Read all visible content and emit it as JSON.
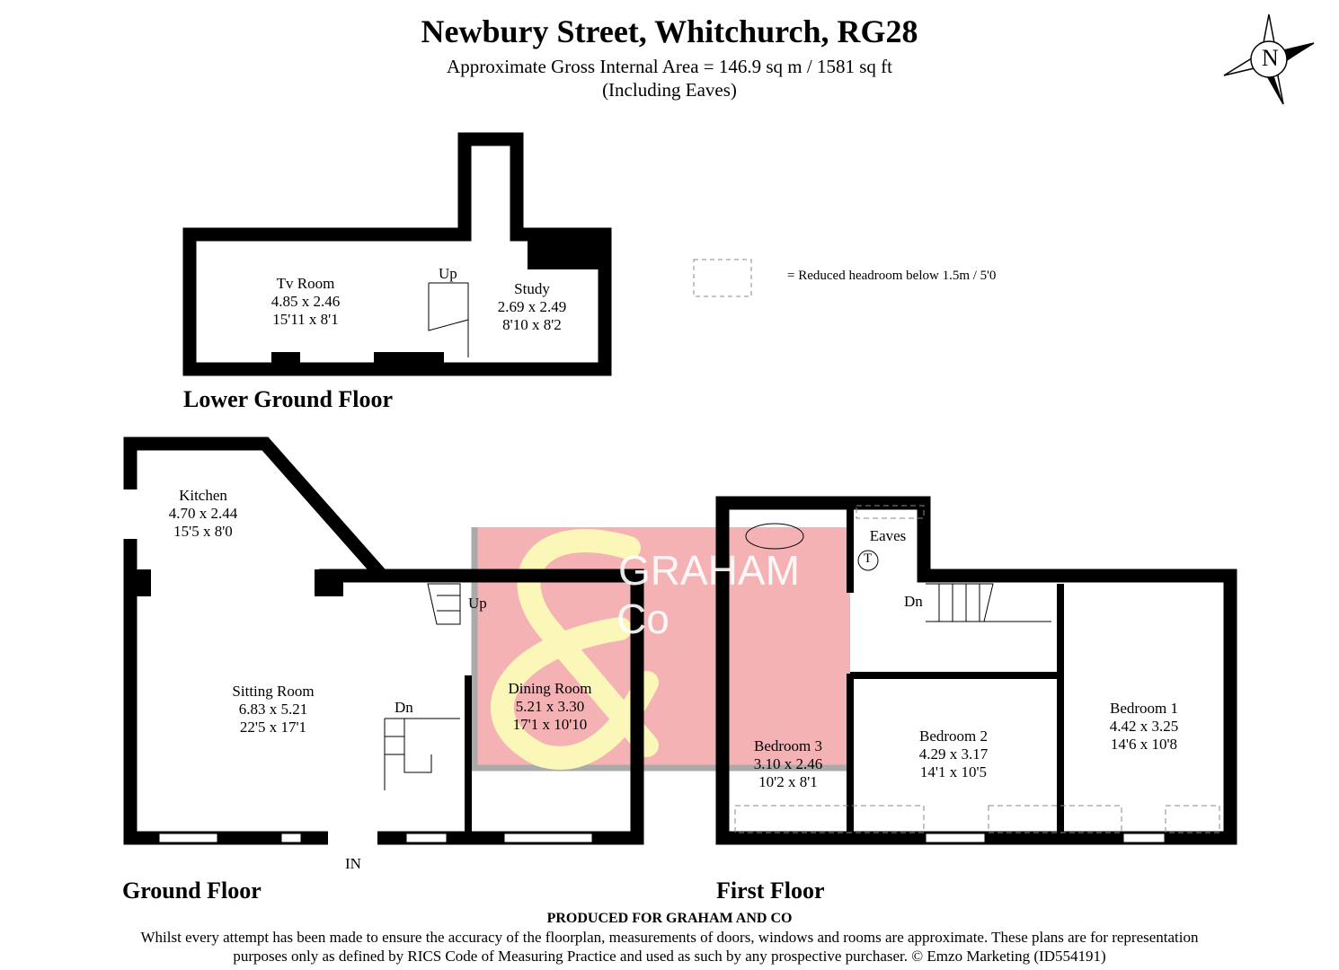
{
  "header": {
    "title": "Newbury Street, Whitchurch, RG28",
    "area": "Approximate Gross Internal Area = 146.9 sq m / 1581 sq ft",
    "note": "(Including Eaves)"
  },
  "compass": {
    "label": "N"
  },
  "legend": {
    "text": "=   Reduced headroom below 1.5m / 5'0"
  },
  "watermark": {
    "brand_line1": "GRAHAM",
    "brand_line2": "Co",
    "colors": {
      "bg": "#f4b2b5",
      "ampersand": "#fbf7b8"
    }
  },
  "floors": {
    "lower_ground": {
      "label": "Lower Ground Floor",
      "rooms": [
        {
          "name": "Tv Room",
          "metric": "4.85 x 2.46",
          "imperial": "15'11 x 8'1"
        },
        {
          "name": "Study",
          "metric": "2.69 x 2.49",
          "imperial": "8'10 x 8'2"
        }
      ],
      "stairs": "Up"
    },
    "ground": {
      "label": "Ground Floor",
      "rooms": [
        {
          "name": "Kitchen",
          "metric": "4.70 x 2.44",
          "imperial": "15'5 x 8'0"
        },
        {
          "name": "Sitting Room",
          "metric": "6.83 x 5.21",
          "imperial": "22'5 x 17'1"
        },
        {
          "name": "Dining Room",
          "metric": "5.21 x 3.30",
          "imperial": "17'1 x 10'10"
        }
      ],
      "stairs_up": "Up",
      "stairs_down": "Dn",
      "entrance": "IN"
    },
    "first": {
      "label": "First Floor",
      "rooms": [
        {
          "name": "Eaves"
        },
        {
          "name": "Bedroom 3",
          "metric": "3.10 x 2.46",
          "imperial": "10'2 x 8'1"
        },
        {
          "name": "Bedroom 2",
          "metric": "4.29 x 3.17",
          "imperial": "14'1 x 10'5"
        },
        {
          "name": "Bedroom 1",
          "metric": "4.42 x 3.25",
          "imperial": "14'6 x 10'8"
        }
      ],
      "stairs_down": "Dn",
      "tank": "T"
    }
  },
  "footer": {
    "produced": "PRODUCED FOR GRAHAM AND CO",
    "line1": "Whilst every attempt has been made to ensure the accuracy of the floorplan, measurements of doors, windows and rooms are approximate. These plans are for representation",
    "line2": "purposes only as defined by RICS Code of Measuring Practice and used as such by any prospective purchaser. © Emzo Marketing (ID554191)"
  }
}
